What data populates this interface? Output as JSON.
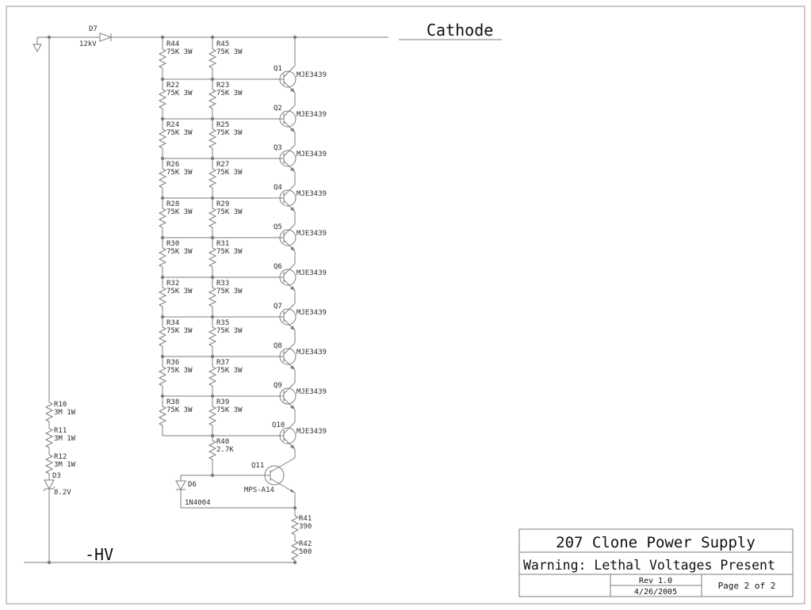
{
  "colors": {
    "line": "#7d7d7d",
    "label_text": "#2e2e2e",
    "heading_text": "#101010",
    "background": "#ffffff"
  },
  "nodes": {
    "cathode_label": "Cathode",
    "neg_hv_label": "-HV"
  },
  "top": {
    "d7": {
      "ref": "D7",
      "value": "12kV"
    }
  },
  "left_branch": {
    "r10": {
      "ref": "R10",
      "value": "3M 1W"
    },
    "r11": {
      "ref": "R11",
      "value": "3M 1W"
    },
    "r12": {
      "ref": "R12",
      "value": "3M 1W"
    },
    "d3": {
      "ref": "D3",
      "value": "8.2V"
    }
  },
  "ladder": {
    "rows": [
      {
        "left": {
          "ref": "R44",
          "value": "75K 3W"
        },
        "right": {
          "ref": "R45",
          "value": "75K 3W"
        },
        "q": {
          "ref": "Q1",
          "part": "MJE3439"
        }
      },
      {
        "left": {
          "ref": "R22",
          "value": "75K 3W"
        },
        "right": {
          "ref": "R23",
          "value": "75K 3W"
        },
        "q": {
          "ref": "Q2",
          "part": "MJE3439"
        }
      },
      {
        "left": {
          "ref": "R24",
          "value": "75K 3W"
        },
        "right": {
          "ref": "R25",
          "value": "75K 3W"
        },
        "q": {
          "ref": "Q3",
          "part": "MJE3439"
        }
      },
      {
        "left": {
          "ref": "R26",
          "value": "75K 3W"
        },
        "right": {
          "ref": "R27",
          "value": "75K 3W"
        },
        "q": {
          "ref": "Q4",
          "part": "MJE3439"
        }
      },
      {
        "left": {
          "ref": "R28",
          "value": "75K 3W"
        },
        "right": {
          "ref": "R29",
          "value": "75K 3W"
        },
        "q": {
          "ref": "Q5",
          "part": "MJE3439"
        }
      },
      {
        "left": {
          "ref": "R30",
          "value": "75K 3W"
        },
        "right": {
          "ref": "R31",
          "value": "75K 3W"
        },
        "q": {
          "ref": "Q6",
          "part": "MJE3439"
        }
      },
      {
        "left": {
          "ref": "R32",
          "value": "75K 3W"
        },
        "right": {
          "ref": "R33",
          "value": "75K 3W"
        },
        "q": {
          "ref": "Q7",
          "part": "MJE3439"
        }
      },
      {
        "left": {
          "ref": "R34",
          "value": "75K 3W"
        },
        "right": {
          "ref": "R35",
          "value": "75K 3W"
        },
        "q": {
          "ref": "Q8",
          "part": "MJE3439"
        }
      },
      {
        "left": {
          "ref": "R36",
          "value": "75K 3W"
        },
        "right": {
          "ref": "R37",
          "value": "75K 3W"
        },
        "q": {
          "ref": "Q9",
          "part": "MJE3439"
        }
      },
      {
        "left": {
          "ref": "R38",
          "value": "75K 3W"
        },
        "right": {
          "ref": "R39",
          "value": "75K 3W"
        },
        "q": {
          "ref": "Q10",
          "part": "MJE3439"
        }
      }
    ]
  },
  "bottom": {
    "r40": {
      "ref": "R40",
      "value": "2.7K"
    },
    "d6": {
      "ref": "D6",
      "value": "1N4004"
    },
    "q11": {
      "ref": "Q11",
      "part": "MPS-A14"
    },
    "r41": {
      "ref": "R41",
      "value": "390"
    },
    "r42": {
      "ref": "R42",
      "value": "500"
    }
  },
  "title_block": {
    "title": "207 Clone Power Supply",
    "warning": "Warning: Lethal Voltages Present",
    "rev": "Rev 1.0",
    "date": "4/26/2005",
    "page": "Page 2 of 2"
  }
}
